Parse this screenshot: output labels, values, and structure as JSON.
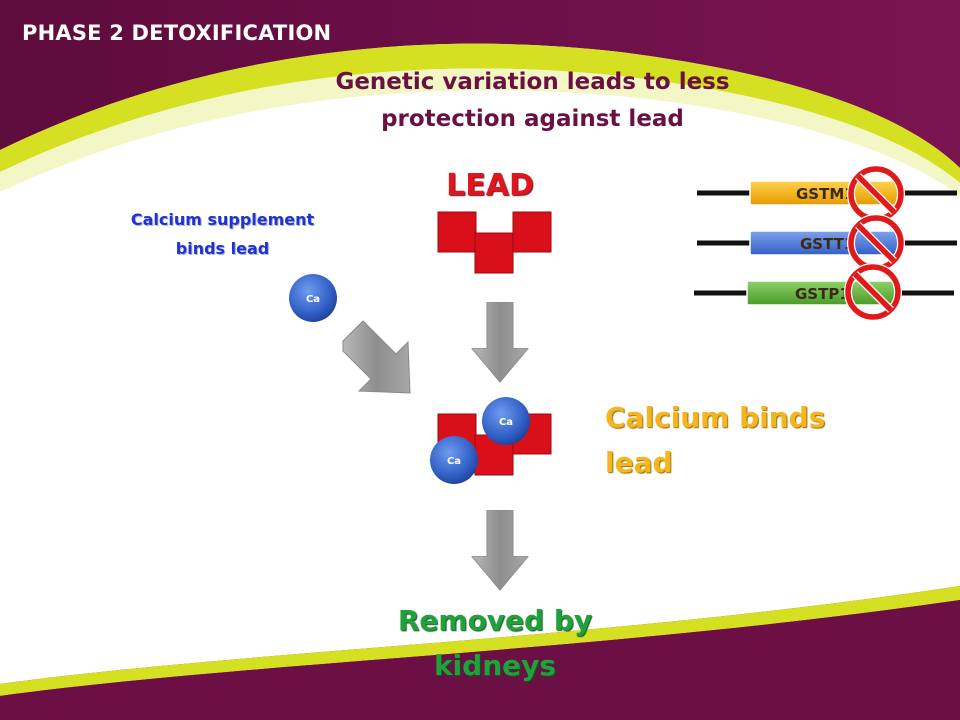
{
  "header": {
    "title": "PHASE 2 DETOXIFICATION"
  },
  "subtitle": {
    "line1": "Genetic variation leads to less",
    "line2": "protection against lead"
  },
  "lead": {
    "label": "LEAD"
  },
  "supplement": {
    "line1": "Calcium supplement",
    "line2": "binds lead"
  },
  "calcium_symbol": "Ca",
  "binds": {
    "line1": "Calcium binds",
    "line2": "lead"
  },
  "removal": {
    "line1": "Removed by",
    "line2": "kidneys"
  },
  "genes": [
    {
      "label": "GSTM1",
      "color": "#f5a800",
      "status": "blocked"
    },
    {
      "label": "GSTT1",
      "color": "#3d6fd6",
      "status": "blocked"
    },
    {
      "label": "GSTP1",
      "color": "#5aaa32",
      "status": "blocked"
    }
  ],
  "icons": [
    "no-symbol-icon",
    "down-arrow-icon",
    "diagonal-arrow-icon"
  ],
  "colors": {
    "header_purple": "#6b0f45",
    "accent_lime": "#d4e021",
    "lead_red": "#d90f19",
    "calcium_blue": "#3364c8",
    "arrow_gray": "#9a9a9a",
    "prohibition_red": "#e01a1a"
  }
}
